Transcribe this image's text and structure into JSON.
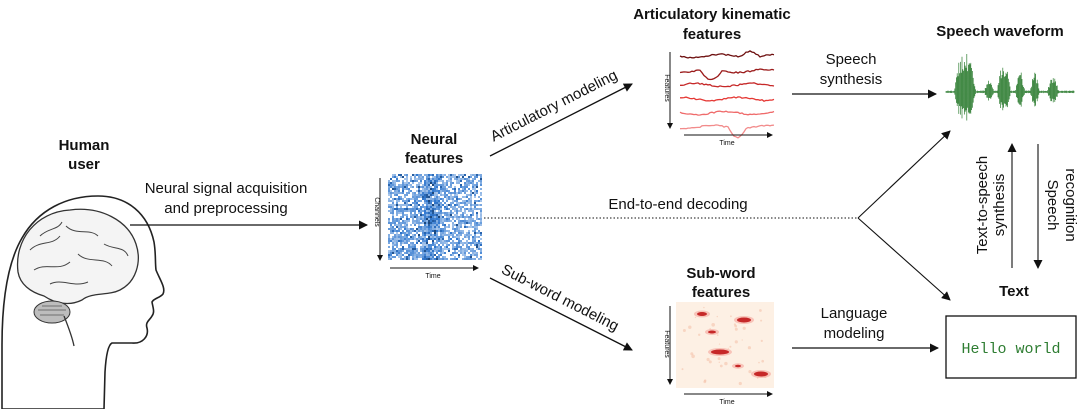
{
  "human": {
    "line1": "Human",
    "line2": "user"
  },
  "acquisition": {
    "line1": "Neural signal acquisition",
    "line2": "and preprocessing"
  },
  "neural": {
    "line1": "Neural",
    "line2": "features",
    "y_axis": "Channels",
    "x_axis": "Time"
  },
  "articulatory": {
    "line1": "Articulatory kinematic",
    "line2": "features",
    "y_axis": "Features",
    "x_axis": "Time"
  },
  "subword": {
    "line1": "Sub-word",
    "line2": "features",
    "y_axis": "Features",
    "x_axis": "Time"
  },
  "edges": {
    "articulatory_modeling": "Articulatory modeling",
    "subword_modeling": "Sub-word modeling",
    "end_to_end": "End-to-end decoding",
    "speech_synthesis_1": "Speech",
    "speech_synthesis_2": "synthesis",
    "language_modeling_1": "Language",
    "language_modeling_2": "modeling",
    "tts_1": "Text-to-speech",
    "tts_2": "synthesis",
    "sr_1": "Speech",
    "sr_2": "recognition"
  },
  "speech_waveform": {
    "title": "Speech waveform"
  },
  "text": {
    "title": "Text",
    "content": "Hello world"
  },
  "colors": {
    "heatmap": "#1f4e8c",
    "waveform": "#2e7d32",
    "kinematic": "#b71c1c",
    "subword_bg": "#fdf0e4",
    "subword_peak": "#c62828",
    "text_content": "#2e7d32"
  }
}
